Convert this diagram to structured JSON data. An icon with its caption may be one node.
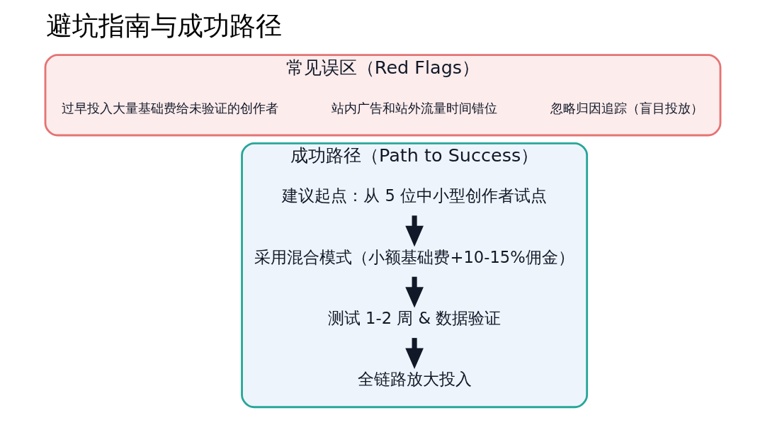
{
  "diagram": {
    "title": "避坑指南与成功路径",
    "nodes": [
      {
        "text": [
          "常见误区（Red Flags）"
        ]
      },
      {
        "text": [
          "过早投入大量基础费给未验证的创作者"
        ],
        "in": 0
      },
      {
        "text": [
          "站内广告和站外流量时间错位"
        ],
        "in": 0
      },
      {
        "text": [
          "忽略归因追踪（盲目投放）"
        ],
        "in": 0
      },
      {
        "text": [
          "成功路径（Path to Success）"
        ]
      },
      {
        "text": [
          "建议起点：从 5 位中小型创作者试点"
        ],
        "in": 4
      },
      {
        "text": [
          "采用混合模式（小额基础费+10-15%佣金）"
        ],
        "in": 4
      },
      {
        "text": [
          "测试 1-2 周 & 数据验证"
        ],
        "in": 4
      },
      {
        "text": [
          "全链路放大投入"
        ],
        "in": 4
      }
    ],
    "edges": [
      {
        "from": 5,
        "to": 6,
        "arrow": "to"
      },
      {
        "from": 6,
        "to": 7,
        "arrow": "to"
      },
      {
        "from": 7,
        "to": 8,
        "arrow": "to"
      }
    ]
  }
}
